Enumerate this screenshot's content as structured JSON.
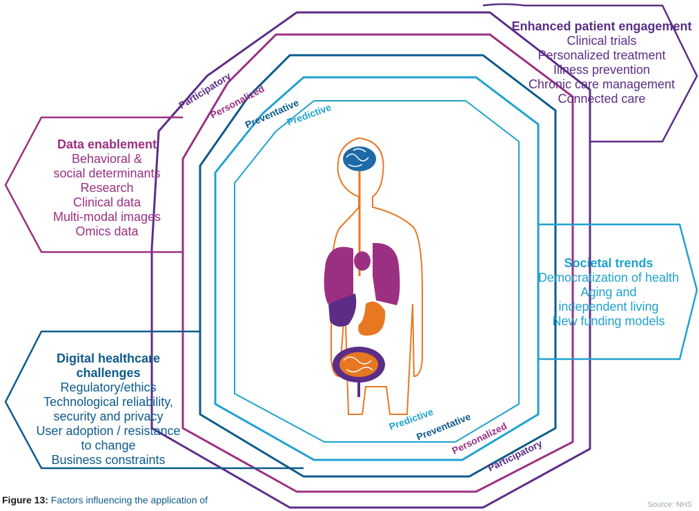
{
  "colors": {
    "participatory": "#5b2d86",
    "personalized": "#9b2f82",
    "preventative": "#0d5a8c",
    "predictive": "#1fa1cf",
    "organ_orange": "#e87722",
    "organ_purple": "#9b2f82",
    "organ_dark_purple": "#5b2d86"
  },
  "rings": {
    "participatory": "Participatory",
    "personalized": "Personalized",
    "preventative": "Preventative",
    "predictive": "Predictive"
  },
  "boxes": {
    "engagement": {
      "title": "Enhanced patient engagement",
      "items": [
        "Clinical trials",
        "Personalized treatment",
        "Illness prevention",
        "Chronic care management",
        "Connected care"
      ]
    },
    "data": {
      "title": "Data enablement",
      "items": [
        "Behavioral &",
        "social determinants",
        "Research",
        "Clinical data",
        "Multi-modal images",
        "Omics data"
      ]
    },
    "societal": {
      "title": "Societal trends",
      "items": [
        "Democratization of health",
        "Aging and",
        "independent living",
        "New funding models"
      ]
    },
    "challenges": {
      "title_line1": "Digital healthcare",
      "title_line2": "challenges",
      "items": [
        "Regulatory/ethics",
        "Technological reliability,",
        "security and privacy",
        "User adoption / resistance",
        "to change",
        "Business constraints"
      ]
    }
  },
  "caption": {
    "label": "Figure 13:",
    "text": "Factors influencing the application of precision health"
  },
  "source": "Source: NHS"
}
